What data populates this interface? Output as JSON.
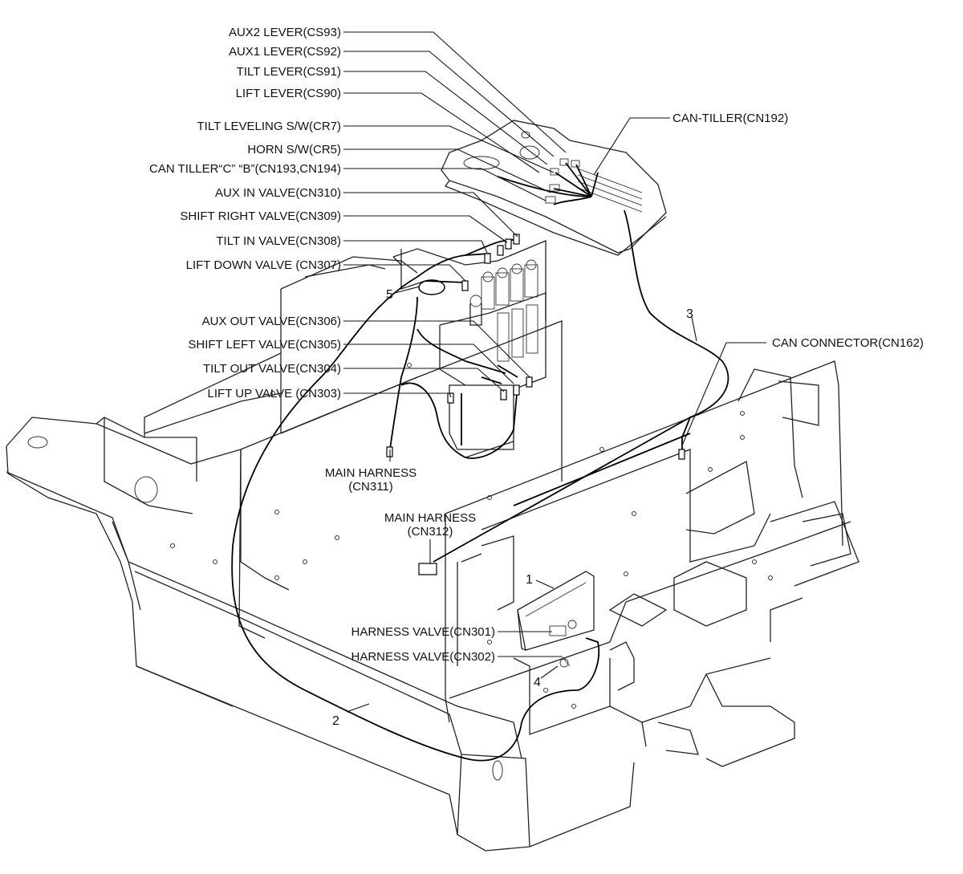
{
  "left_labels": [
    "AUX2 LEVER(CS93)",
    "AUX1 LEVER(CS92)",
    "TILT LEVER(CS91)",
    "LIFT LEVER(CS90)",
    "TILT LEVELING S/W(CR7)",
    "HORN S/W(CR5)",
    "CAN TILLER“C” “B”(CN193,CN194)",
    "AUX IN VALVE(CN310)",
    "SHIFT RIGHT VALVE(CN309)",
    "TILT IN VALVE(CN308)",
    "LIFT DOWN VALVE (CN307)",
    "AUX OUT VALVE(CN306)",
    "SHIFT LEFT VALVE(CN305)",
    "TILT OUT VALVE(CN304)",
    "LIFT UP VALVE (CN303)"
  ],
  "can_tiller": "CAN-TILLER(CN192)",
  "can_connector": "CAN CONNECTOR(CN162)",
  "main_harness_cn311": [
    "MAIN HARNESS",
    "(CN311)"
  ],
  "main_harness_cn312": [
    "MAIN HARNESS",
    "(CN312)"
  ],
  "harness_valve_cn301": "HARNESS VALVE(CN301)",
  "harness_valve_cn302": "HARNESS VALVE(CN302)",
  "part_numbers": [
    "1",
    "2",
    "3",
    "4",
    "5"
  ]
}
